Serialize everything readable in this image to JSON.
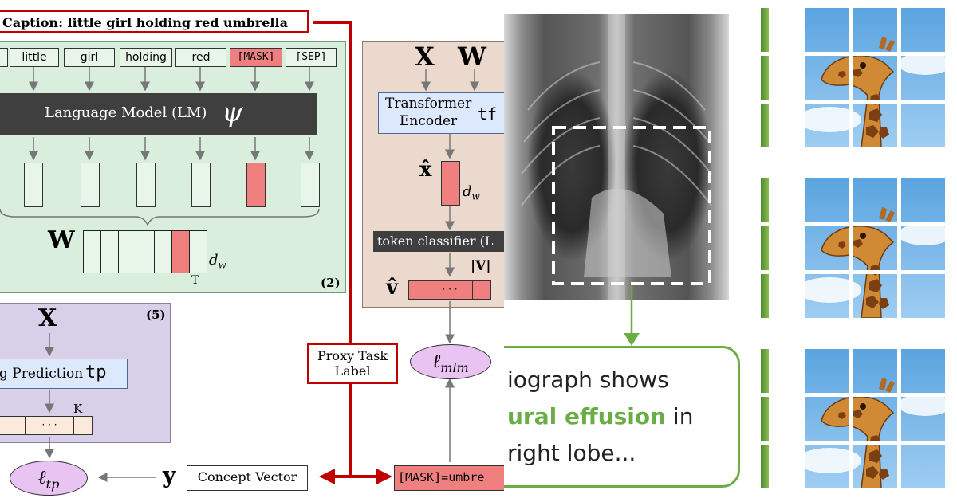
{
  "diagram": {
    "caption": "Caption: little girl holding red umbrella",
    "tokens": [
      "little",
      "girl",
      "holding",
      "red",
      "[MASK]",
      "[SEP]"
    ],
    "lm_label": "Language Model (LM)",
    "lm_symbol": "ψ",
    "w_symbol": "W",
    "dw_label": "d",
    "dw_sub": "w",
    "t_label": "T",
    "panel2_number": "(2)",
    "panel5_number": "(5)",
    "x_symbol": "X",
    "transformer_line1": "Transformer",
    "transformer_line2": "Encoder",
    "tf_label": "tf",
    "xhat_label": "x̂",
    "token_classifier_label": "token classifier (L",
    "v_card_label": "|V|",
    "vhat_label": "v̂",
    "dots": "· · ·",
    "proxy_line1": "Proxy Task",
    "proxy_line2": "Label",
    "l_mlm_main": "ℓ",
    "l_mlm_sub": "mlm",
    "tag_prediction_label": "g Prediction",
    "tp_label": "tp",
    "k_label": "K",
    "l_tp_main": "ℓ",
    "l_tp_sub": "tp",
    "y_symbol": "y",
    "concept_vector_label": "Concept Vector",
    "mask_target_label": "[MASK]=umbre"
  },
  "xray": {
    "report_line1": "iograph shows",
    "report_line2_highlight": "ural effusion",
    "report_line2_rest": " in",
    "report_line3": "right lobe...",
    "accent_color": "#6aad45"
  },
  "colors": {
    "green_panel": "#daeedd",
    "purple_panel": "#d8cfe8",
    "tan_panel": "#ead9cc",
    "red_border": "#c00000",
    "mask_fill": "#f08080",
    "token_fill": "#e8f6ea",
    "blue_box": "#dce8fb",
    "ellipse_fill": "#e9c4f3"
  }
}
